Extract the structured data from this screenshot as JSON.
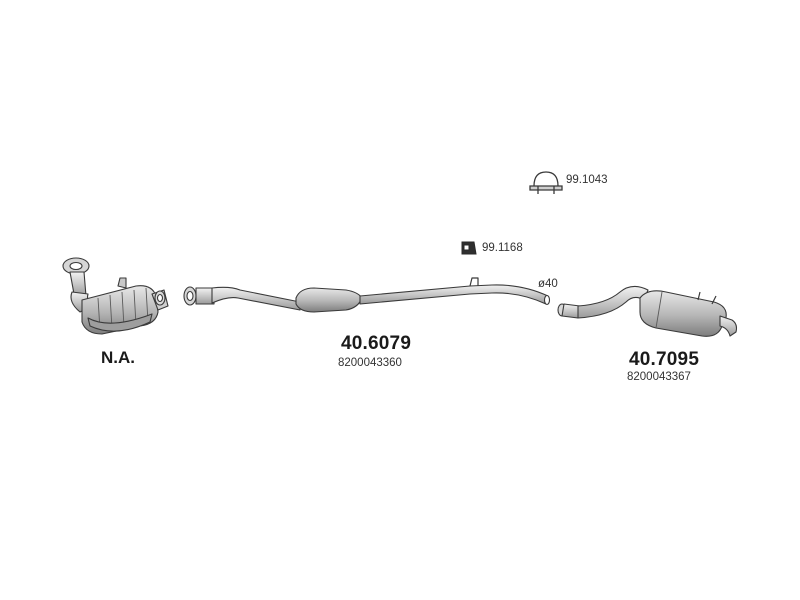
{
  "catalyst": {
    "label": "N.A.",
    "icon": "catalytic-converter-icon"
  },
  "middle_pipe": {
    "part_number": "40.6079",
    "oem_number": "8200043360",
    "icon": "middle-silencer-pipe-icon"
  },
  "rear_silencer": {
    "part_number": "40.7095",
    "oem_number": "8200043367",
    "icon": "rear-silencer-icon"
  },
  "clamp": {
    "part_number": "99.1043",
    "icon": "pipe-clamp-icon"
  },
  "rubber_mount": {
    "part_number": "99.1168",
    "icon": "rubber-mount-icon"
  },
  "diameter": {
    "text": "ø40"
  },
  "colors": {
    "line": "#3a3a3a",
    "fill_light": "#e4e4e4",
    "fill_mid": "#bdbdbd",
    "fill_dark": "#8c8c8c"
  }
}
